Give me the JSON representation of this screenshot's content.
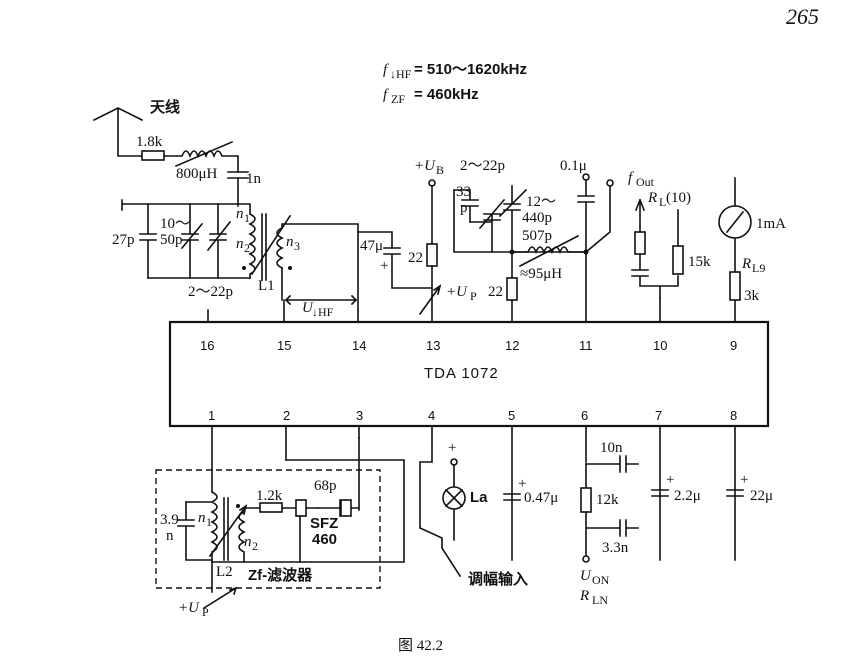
{
  "page_number": "265",
  "specs": {
    "fhf_sym": "f",
    "fhf_sub": "↓HF",
    "fhf_val": "= 510～1620kHz",
    "fzf_sym": "f",
    "fzf_sub": "ZF",
    "fzf_val": "= 460kHz"
  },
  "ic_label": "TDA 1072",
  "pins_top": [
    "16",
    "15",
    "14",
    "13",
    "12",
    "11",
    "10",
    "9"
  ],
  "pins_bottom": [
    "1",
    "2",
    "3",
    "4",
    "5",
    "6",
    "7",
    "8"
  ],
  "labels": {
    "antenna": "天线",
    "r_18k": "1.8k",
    "l_800uh": "800μH",
    "c_1n": "1n",
    "c_27p": "27p",
    "c_10_50p_a": "10～",
    "c_10_50p_b": "50p",
    "c_2_22p_left": "2～22p",
    "n1_top": "n",
    "n1_top_sub": "1",
    "n2_top": "n",
    "n2_top_sub": "2",
    "n3": "n",
    "n3_sub": "3",
    "l1": "L1",
    "uhf": "U",
    "uhf_sub": "↓HF",
    "c_47u": "47μ",
    "plus_47": "+",
    "ub": "+U",
    "ub_sub": "B",
    "r_22a": "22",
    "up_mid": "+U",
    "up_mid_sub": "P",
    "c_2_22p_top": "2～22p",
    "c_33p_a": "33",
    "c_33p_b": "p",
    "c_12_440p_a": "12～",
    "c_12_440p_b": "440p",
    "c_507p": "507p",
    "l_95uh": "≈95μH",
    "r_22b": "22",
    "c_01u": "0.1μ",
    "fout": "f",
    "fout_sub": "Out",
    "rl10": "R",
    "rl10_sub": "L",
    "rl10_val": "(10)",
    "r_15k": "15k",
    "meter": "1mA",
    "rl9": "R",
    "rl9_sub": "L9",
    "rl9_val": "3k",
    "c_39n_a": "3.9",
    "c_39n_b": "n",
    "n1_bot": "n",
    "n1_bot_sub": "1",
    "n2_bot": "n",
    "n2_bot_sub": "2",
    "r_12k_bot": "1.2k",
    "c_68p": "68p",
    "sfz_a": "SFZ",
    "sfz_b": "460",
    "l2": "L2",
    "zf_filter": "Zf-滤波器",
    "up_bot": "+U",
    "up_bot_sub": "P",
    "lamp_plus": "+",
    "lamp": "La",
    "tuning_input": "调幅输入",
    "c_047u": "0.47μ",
    "plus_047": "+",
    "c_10n": "10n",
    "r_12k": "12k",
    "c_33n": "3.3n",
    "uon": "U",
    "uon_sub": "ON",
    "rln": "R",
    "rln_sub": "LN",
    "c_22u_7": "2.2μ",
    "plus_22u7": "+",
    "c_22u_8": "22μ",
    "plus_22u8": "+"
  },
  "caption": "图 42.2"
}
